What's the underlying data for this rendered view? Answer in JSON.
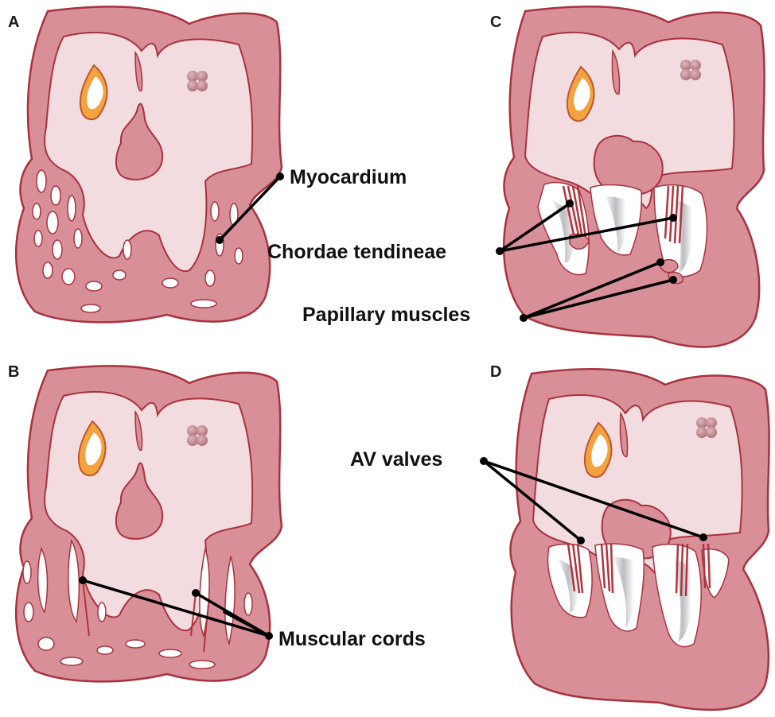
{
  "panels": [
    {
      "letter": "A"
    },
    {
      "letter": "B"
    },
    {
      "letter": "C"
    },
    {
      "letter": "D"
    }
  ],
  "labels": {
    "myocardium": "Myocardium",
    "chordae_tendineae": "Chordae tendineae",
    "papillary_muscles": "Papillary muscles",
    "muscular_cords": "Muscular cords",
    "av_valves": "AV valves"
  },
  "colors": {
    "wall_fill": "#d98f98",
    "wall_stroke": "#a8323d",
    "chamber_fill": "#f3dcdf",
    "cushion_fill": "#d98f98",
    "valve_orange": "#f2a340",
    "valve_inner": "#ffffff",
    "chorda_red": "#b3333d",
    "leaflet_gray": "#9d9da3",
    "cell_cluster": "#b97f86"
  }
}
